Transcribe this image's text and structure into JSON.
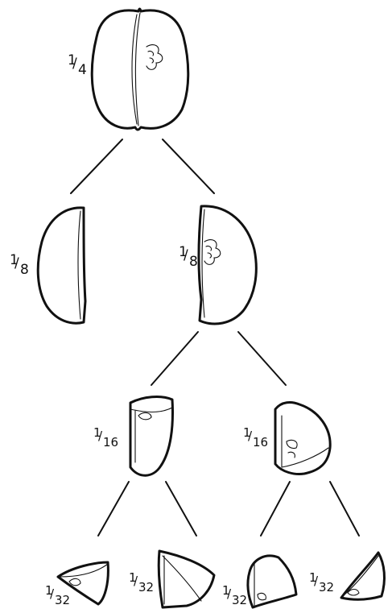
{
  "diagram": {
    "nodes": {
      "quarter": {
        "numerator": "1",
        "denominator": "4"
      },
      "eighth_left": {
        "numerator": "1",
        "denominator": "8"
      },
      "eighth_right": {
        "numerator": "1",
        "denominator": "8"
      },
      "sixteenth_left": {
        "numerator": "1",
        "denominator": "16"
      },
      "sixteenth_right": {
        "numerator": "1",
        "denominator": "16"
      },
      "thirtysecond_a": {
        "numerator": "1",
        "denominator": "32"
      },
      "thirtysecond_b": {
        "numerator": "1",
        "denominator": "32"
      },
      "thirtysecond_c": {
        "numerator": "1",
        "denominator": "32"
      },
      "thirtysecond_d": {
        "numerator": "1",
        "denominator": "32"
      }
    },
    "colors": {
      "ink": "#111111",
      "background": "#ffffff"
    }
  }
}
